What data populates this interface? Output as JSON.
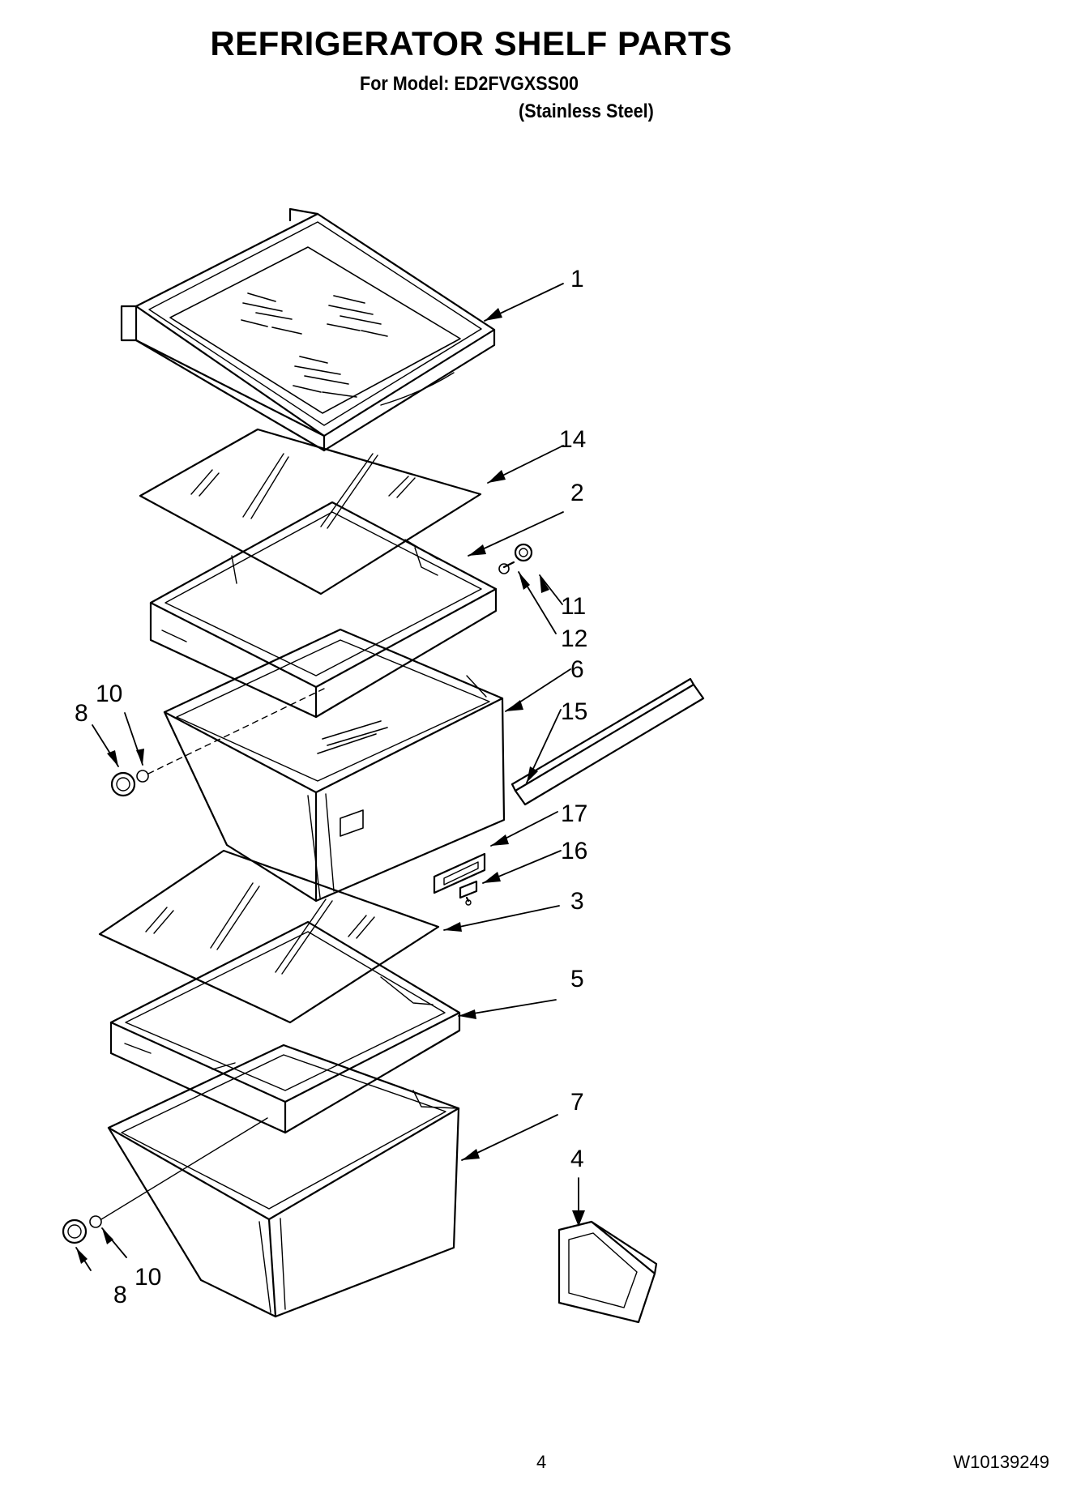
{
  "header": {
    "title": "REFRIGERATOR SHELF PARTS",
    "model_line": "For Model: ED2FVGXSS00",
    "finish_line": "(Stainless Steel)"
  },
  "callouts": [
    "1",
    "14",
    "2",
    "11",
    "12",
    "6",
    "10",
    "8",
    "15",
    "17",
    "16",
    "3",
    "5",
    "7",
    "4",
    "10",
    "8"
  ],
  "footer": {
    "page_number": "4",
    "document_number": "W10139249"
  },
  "colors": {
    "line": "#000000",
    "background": "#ffffff"
  }
}
